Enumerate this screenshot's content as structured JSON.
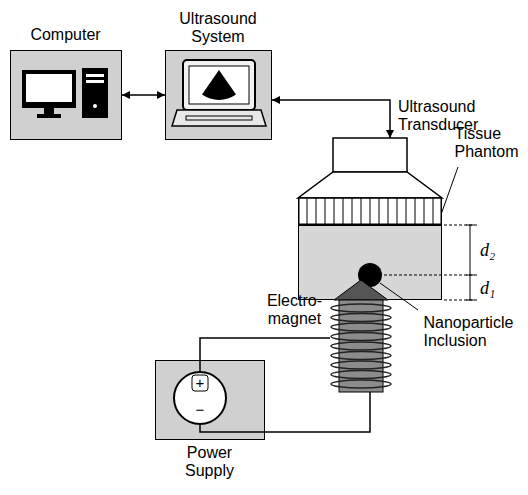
{
  "diagram": {
    "nodes": [
      {
        "text": [
          "Computer"
        ]
      },
      {
        "text": [
          "Ultrasound System"
        ]
      },
      {
        "text": [
          "Ultrasound Transducer"
        ]
      },
      {
        "text": [
          "Tissue Phantom"
        ]
      },
      {
        "text": [
          "Nanoparticle Inclusion"
        ],
        "in": 3
      },
      {
        "text": [
          "Electro- magnet"
        ]
      },
      {
        "text": [
          "Power Supply"
        ]
      }
    ],
    "edges": [
      {
        "from": 0,
        "to": 1,
        "arrow": "both"
      },
      {
        "from": 1,
        "to": 2,
        "arrow": "both"
      },
      {
        "from": 5,
        "to": 6,
        "arrow": "none"
      },
      {
        "from": 5,
        "to": 6,
        "arrow": "none"
      }
    ],
    "labels": [
      "d₂",
      "d₁",
      "+",
      "−"
    ]
  }
}
